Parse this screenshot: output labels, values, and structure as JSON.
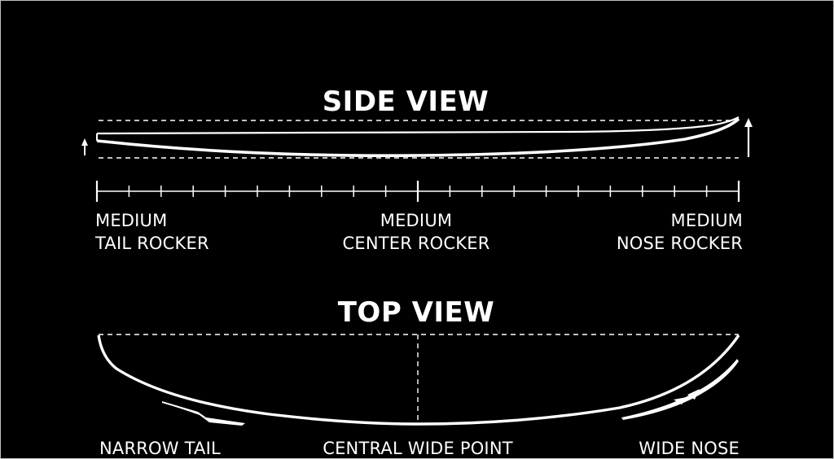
{
  "side_view": {
    "title": "SIDE VIEW",
    "tail_label_1": "MEDIUM",
    "tail_label_2": "TAIL ROCKER",
    "center_label_1": "MEDIUM",
    "center_label_2": "CENTER ROCKER",
    "nose_label_1": "MEDIUM",
    "nose_label_2": "NOSE ROCKER"
  },
  "top_view": {
    "title": "TOP VIEW",
    "tail_label": "NARROW TAIL",
    "center_label": "CENTRAL WIDE POINT",
    "nose_label": "WIDE NOSE"
  },
  "colors": {
    "background": "#000000",
    "foreground": "#ffffff"
  }
}
